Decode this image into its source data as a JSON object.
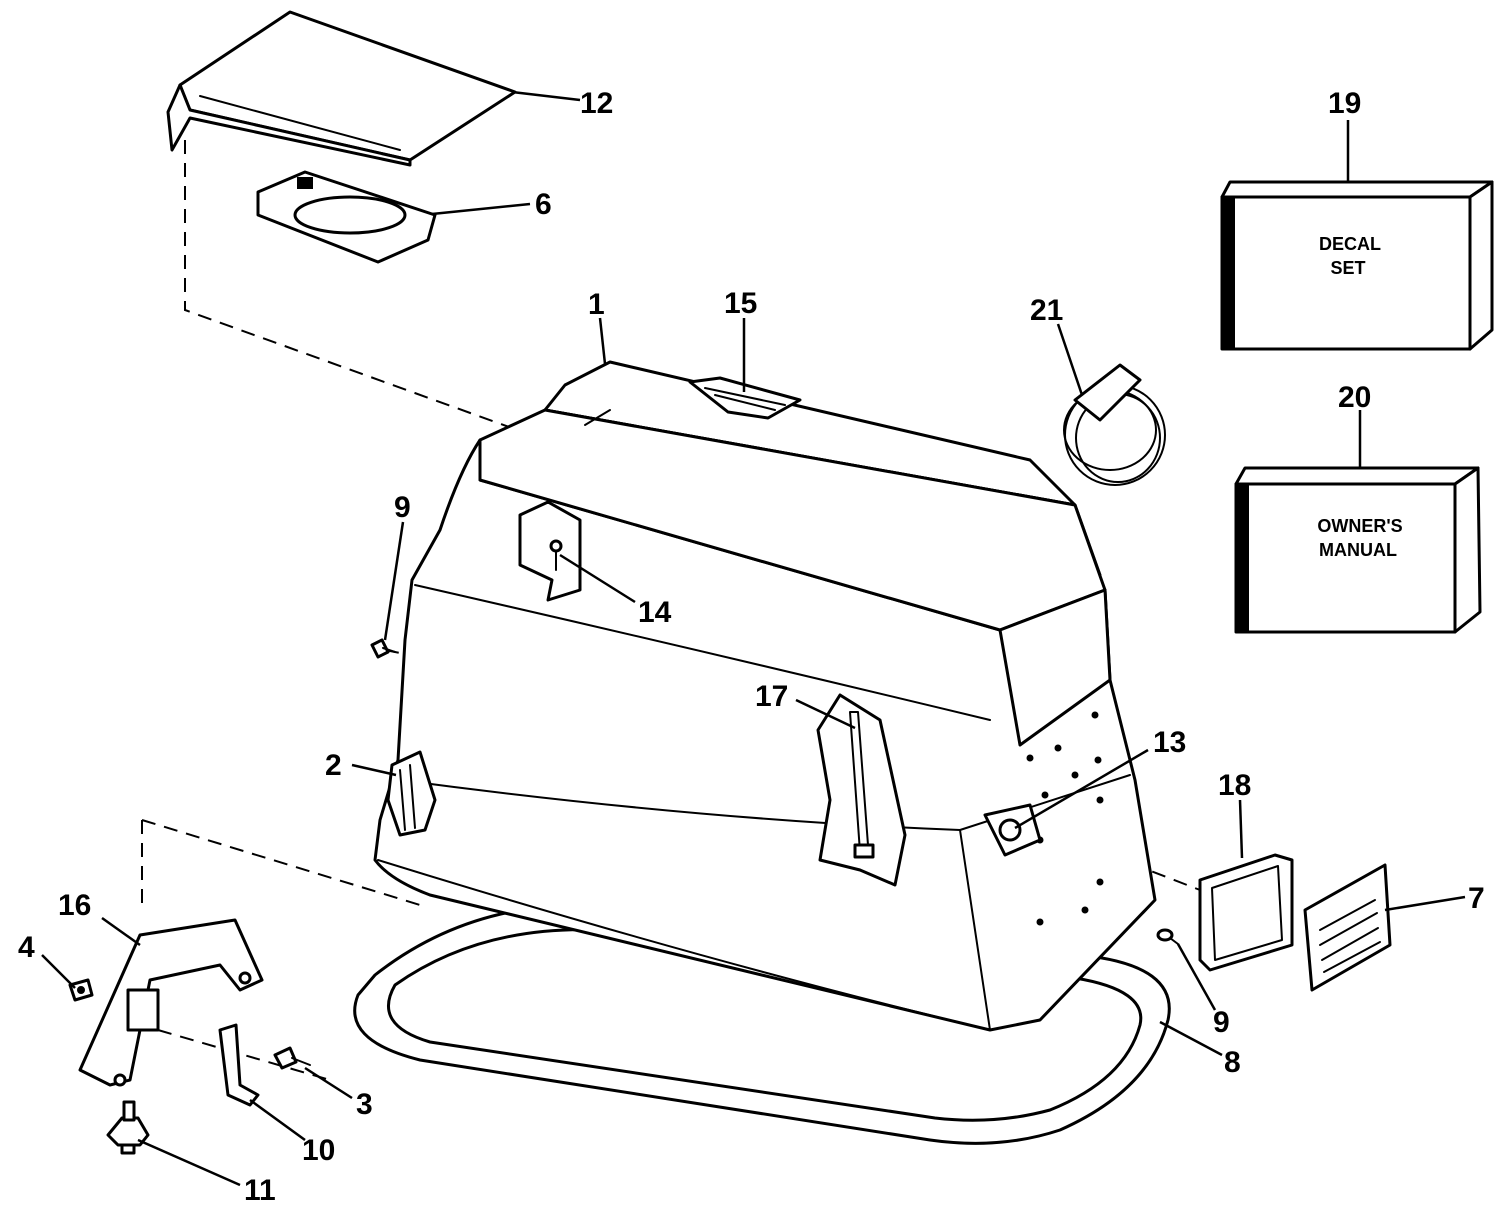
{
  "callouts": {
    "c1": "1",
    "c2": "2",
    "c3": "3",
    "c4": "4",
    "c6": "6",
    "c7": "7",
    "c8": "8",
    "c9a": "9",
    "c9b": "9",
    "c10": "10",
    "c11": "11",
    "c12": "12",
    "c13": "13",
    "c14": "14",
    "c15": "15",
    "c16": "16",
    "c17": "17",
    "c18": "18",
    "c19": "19",
    "c20": "20",
    "c21": "21"
  },
  "boxes": {
    "decal_line1": "DECAL",
    "decal_line2": "SET",
    "manual_line1": "OWNER'S",
    "manual_line2": "MANUAL"
  }
}
